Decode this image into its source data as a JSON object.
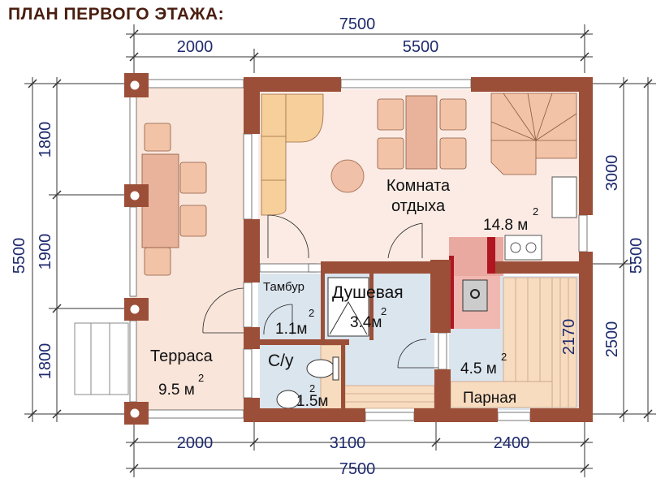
{
  "title": "ПЛАН ПЕРВОГО ЭТАЖА:",
  "dimensions": {
    "top_total": "7500",
    "top_left": "2000",
    "top_right": "5500",
    "left_total": "5500",
    "left_1": "1800",
    "left_2": "1900",
    "left_3": "1800",
    "right_upper": "3000",
    "right_total": "5500",
    "right_lower": "2500",
    "sauna_inner": "2170",
    "bottom_1": "2000",
    "bottom_2": "3100",
    "bottom_3": "2400",
    "bottom_total": "7500"
  },
  "rooms": {
    "living": {
      "name_1": "Комната",
      "name_2": "отдыха",
      "area": "14.8 м",
      "sup": "2"
    },
    "terrace": {
      "name": "Терраса",
      "area": "9.5 м",
      "sup": "2"
    },
    "tambur": {
      "name": "Тамбур",
      "area": "1.1м",
      "sup": "2"
    },
    "shower": {
      "name": "Душевая",
      "area": "3.4м",
      "sup": "2"
    },
    "wc": {
      "name": "С/у",
      "area": "1.5м",
      "sup": "2"
    },
    "sauna": {
      "name": "Парная",
      "area": "4.5 м",
      "sup": "2"
    }
  },
  "colors": {
    "wall": "#9c4f38",
    "floor": "#fbe9e1",
    "wet": "#dbe5ee",
    "furniture": "#f3c3a8",
    "sofa": "#f6cf9a",
    "stove": "#b01620",
    "dim": "#1e2a6e"
  }
}
